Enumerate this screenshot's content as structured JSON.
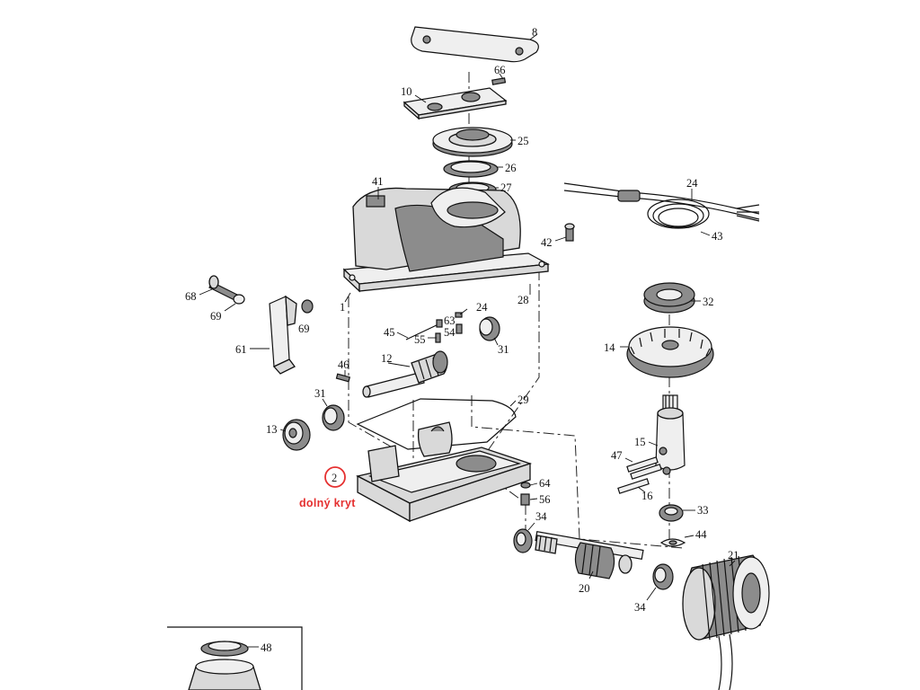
{
  "highlight": {
    "part_number": "2",
    "label": "dolný kryt",
    "color": "#e53030"
  },
  "callouts": [
    "8",
    "66",
    "10",
    "25",
    "26",
    "27",
    "41",
    "24",
    "43",
    "42",
    "68",
    "69",
    "69",
    "61",
    "1",
    "28",
    "45",
    "24",
    "63",
    "54",
    "55",
    "31",
    "32",
    "14",
    "46",
    "12",
    "31",
    "29",
    "13",
    "15",
    "47",
    "16",
    "64",
    "56",
    "33",
    "34",
    "44",
    "20",
    "21",
    "34",
    "48"
  ]
}
